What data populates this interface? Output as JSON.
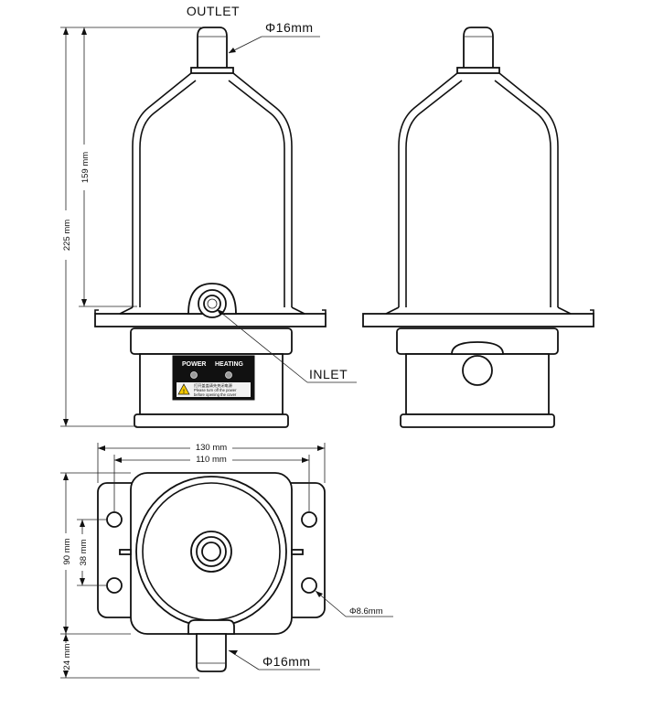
{
  "labels": {
    "outlet": "OUTLET",
    "inlet": "INLET",
    "outlet_diameter": "Φ16mm",
    "bottom_diameter": "Φ16mm",
    "hole_diameter": "Φ8.6mm"
  },
  "dimensions": {
    "total_height": "225 mm",
    "body_height": "159 mm",
    "width_outer": "130 mm",
    "width_inner": "110 mm",
    "depth": "90 mm",
    "hole_spacing": "38 mm",
    "pipe_length": "24 mm"
  },
  "panel": {
    "power": "POWER",
    "heating": "HEATING",
    "warning_cn": "打开盖盖请先关闭电源",
    "warning_en_1": "Please turn off the power",
    "warning_en_2": "before opening the cover"
  },
  "colors": {
    "panel_bg": "#111111",
    "warning_bg": "#f2f2f2",
    "warning_triangle": "#f3c800"
  }
}
